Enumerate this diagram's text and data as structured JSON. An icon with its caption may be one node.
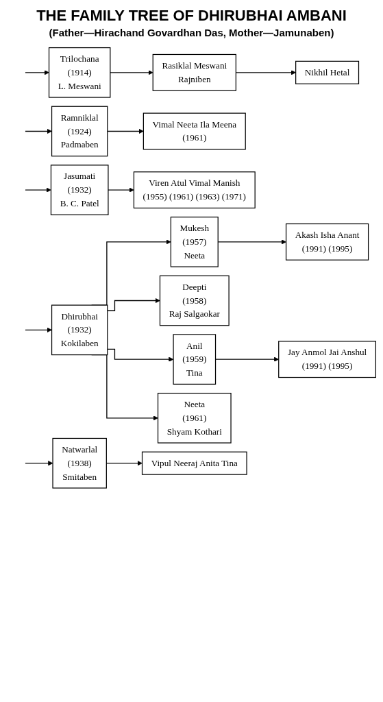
{
  "diagram": {
    "title": "THE FAMILY TREE OF DHIRUBHAI AMBANI",
    "nodes": [
      {
        "text": [
          "Trilochana",
          "(1914)",
          "L. Meswani"
        ]
      },
      {
        "text": [
          "Ramniklal",
          "(1924)",
          "Padmaben"
        ]
      },
      {
        "text": [
          "Jasumati",
          "(1932)",
          "B. C. Patel"
        ]
      },
      {
        "text": [
          "Dhirubhai",
          "(1932)",
          "Kokilaben"
        ]
      },
      {
        "text": [
          "Natwarlal",
          "(1938)",
          "Smitaben"
        ]
      },
      {
        "text": [
          "Rasiklal Meswani",
          "Rajniben"
        ]
      },
      {
        "text": [
          "Vimal Neeta Ila Meena",
          "(1961)"
        ]
      },
      {
        "text": [
          "Viren Atul Vimal Manish",
          "(1955) (1961) (1963) (1971)"
        ]
      },
      {
        "text": [
          "Mukesh",
          "(1957)",
          "Neeta"
        ]
      },
      {
        "text": [
          "Deepti",
          "(1958)",
          "Raj Salgaokar"
        ]
      },
      {
        "text": [
          "Anil",
          "(1959)",
          "Tina"
        ]
      },
      {
        "text": [
          "Neeta",
          "(1961)",
          "Shyam Kothari"
        ]
      },
      {
        "text": [
          "Vipul Neeraj Anita Tina"
        ]
      },
      {
        "text": [
          "Nikhil Hetal"
        ]
      },
      {
        "text": [
          "Akash Isha Anant",
          "(1991) (1995)"
        ]
      },
      {
        "text": [
          "Jay Anmol Jai Anshul",
          "(1991) (1995)"
        ]
      }
    ],
    "edges": [
      {
        "from": null,
        "to": 0,
        "arrow": "to"
      },
      {
        "from": null,
        "to": 1,
        "arrow": "to"
      },
      {
        "from": null,
        "to": 2,
        "arrow": "to"
      },
      {
        "from": null,
        "to": 3,
        "arrow": "to"
      },
      {
        "from": null,
        "to": 4,
        "arrow": "to"
      },
      {
        "from": 0,
        "to": 5,
        "arrow": "to"
      },
      {
        "from": 1,
        "to": 6,
        "arrow": "to"
      },
      {
        "from": 2,
        "to": 7,
        "arrow": "to"
      },
      {
        "from": 3,
        "to": 8,
        "arrow": "to"
      },
      {
        "from": 3,
        "to": 9,
        "arrow": "to"
      },
      {
        "from": 3,
        "to": 10,
        "arrow": "to"
      },
      {
        "from": 3,
        "to": 11,
        "arrow": "to"
      },
      {
        "from": 4,
        "to": 12,
        "arrow": "to"
      },
      {
        "from": 5,
        "to": 13,
        "arrow": "to"
      },
      {
        "from": 8,
        "to": 14,
        "arrow": "to"
      },
      {
        "from": 10,
        "to": 15,
        "arrow": "to"
      }
    ],
    "labels": [
      "(Father—Hirachand Govardhan Das, Mother—Jamunaben)"
    ]
  }
}
